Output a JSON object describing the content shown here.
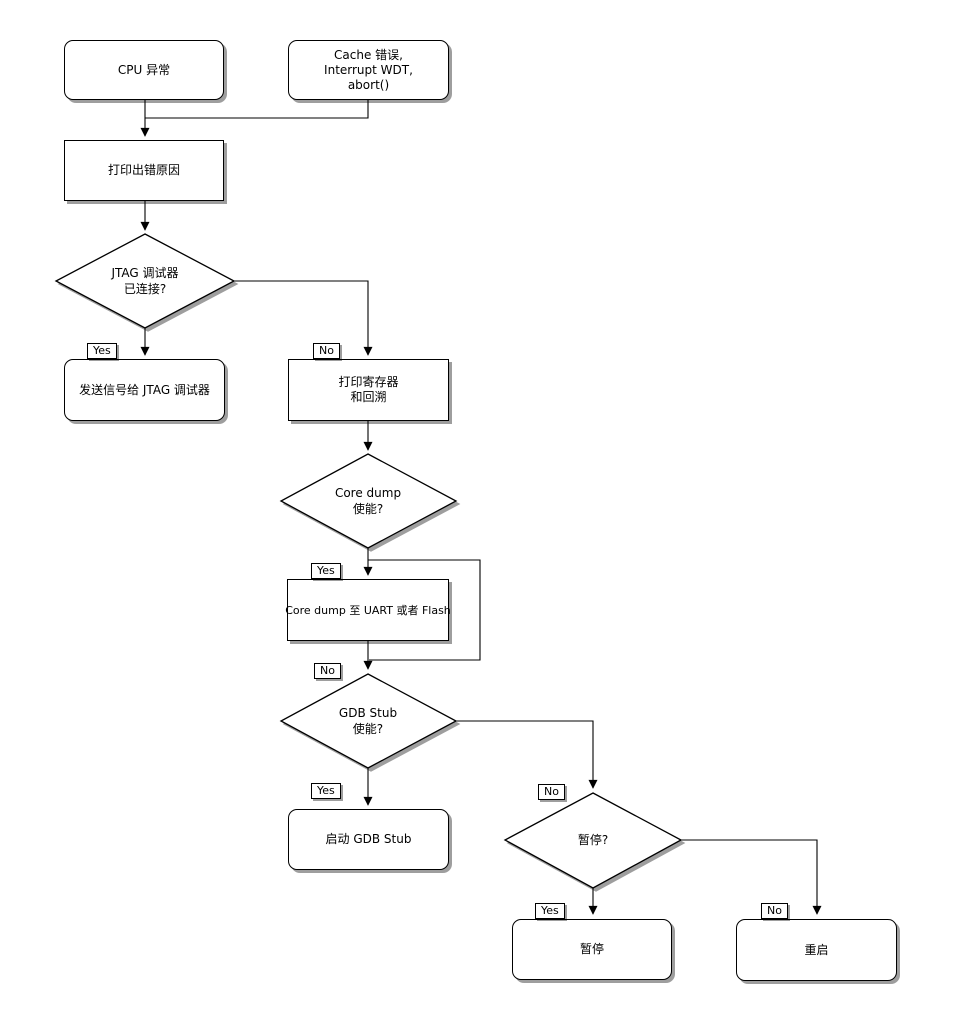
{
  "nodes": {
    "cpu_exception": {
      "label": "CPU 异常"
    },
    "cache_error": {
      "label": "Cache 错误,\nInterrupt WDT,\nabort()"
    },
    "print_reason": {
      "label": "打印出错原因"
    },
    "jtag_connected": {
      "label": "JTAG 调试器\n已连接?"
    },
    "send_signal": {
      "label": "发送信号给 JTAG 调试器"
    },
    "print_registers": {
      "label": "打印寄存器\n和回溯"
    },
    "coredump_enabled": {
      "label": "Core dump\n使能?"
    },
    "coredump_uart_flash": {
      "label": "Core dump 至 UART 或者 Flash"
    },
    "gdbstub_enabled": {
      "label": "GDB Stub\n使能?"
    },
    "start_gdbstub": {
      "label": "启动 GDB Stub"
    },
    "halt_question": {
      "label": "暂停?"
    },
    "halt": {
      "label": "暂停"
    },
    "reboot": {
      "label": "重启"
    }
  },
  "edge_labels": {
    "jtag_yes": "Yes",
    "jtag_no": "No",
    "coredump_yes": "Yes",
    "coredump_no": "No",
    "gdb_yes": "Yes",
    "gdb_no": "No",
    "halt_yes": "Yes",
    "halt_no": "No"
  },
  "colors": {
    "line": "#000000",
    "node_fill": "#ffffff",
    "shadow_gray": "#9e9e9e"
  }
}
